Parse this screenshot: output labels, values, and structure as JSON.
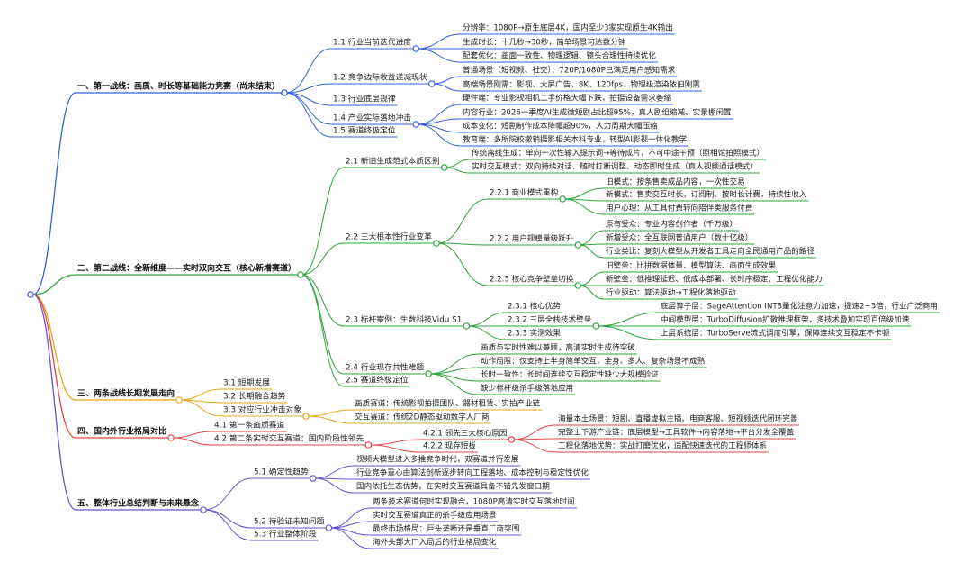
{
  "colors": {
    "root": "#4a5bd4",
    "b1": "#3360e0",
    "b2": "#2ea43c",
    "b3": "#e6a817",
    "b4": "#e24545",
    "b5": "#6a52c8"
  },
  "branch1": {
    "title": "一、第一战线：画质、时长等基础能力竞赛（尚未结束）",
    "n1_1": "1.1 行业当前迭代进度",
    "n1_1_a": "分辨率：1080P→原生底层4K，国内至少3家实现原生4K输出",
    "n1_1_b": "生成时长：十几秒→30秒，简单场景可达数分钟",
    "n1_1_c": "配套优化：画面一致性、物理逻辑、镜头合理性持续优化",
    "n1_2": "1.2 竞争边际收益递减现状",
    "n1_2_a": "普通场景（短视频、社交）：720P/1080P已满足用户感知需求",
    "n1_2_b": "高端场景刚需：影视、大屏广告、8K、120fps、物理级渲染依旧刚需",
    "n1_3": "1.3 行业底层规律",
    "n1_4": "1.4 产业实际落地冲击",
    "n1_4_a": "硬件端：专业影视相机二手价格大幅下跌，拍摄设备需求萎缩",
    "n1_4_b": "内容行业：2026一季度AI生成微短剧占比超95%，真人剧组缩减、实景棚闲置",
    "n1_4_c": "成本变化：短剧制作成本降幅超90%，人力周期大幅压缩",
    "n1_4_d": "教育端：多所院校撤销摄影相关本科专业，转型AI影视一体化教学",
    "n1_5": "1.5 赛道终极定位"
  },
  "branch2": {
    "title": "二、第二战线：全新维度——实时双向交互（核心新增赛道）",
    "n2_1": "2.1 新旧生成范式本质区别",
    "n2_1_a": "传统离线生成：单向一次性输入提示词→等待成片，不可中途干预（照相馆拍照模式）",
    "n2_1_b": "实时交互模式：双向持续对话、随时打断调整、动态即时生成（真人视频通话模式）",
    "n2_2": "2.2 三大根本性行业变革",
    "n2_2_1": "2.2.1 商业模式重构",
    "n2_2_1_a": "旧模式：按条售卖成品内容，一次性交易",
    "n2_2_1_b": "新模式：售卖交互时长，订阅制、按时长计费，持续性收入",
    "n2_2_1_c": "用户心理：从工具付费转向陪伴类服务付费",
    "n2_2_2": "2.2.2 用户规模量级跃升",
    "n2_2_2_a": "原有受众：专业内容创作者（千万级）",
    "n2_2_2_b": "新增受众：全互联网普通用户（数十亿级）",
    "n2_2_2_c": "行业类比：复刻大模型从开发者工具走向全民通用产品的路径",
    "n2_2_3": "2.2.3 核心竞争壁垒切换",
    "n2_2_3_a": "旧壁垒：比拼数据体量、模型算法、画面生成效果",
    "n2_2_3_b": "新壁垒：低推理延迟、低成本部署、长时序稳定、工程优化能力",
    "n2_2_3_c": "行业驱动：算法驱动→工程化落地驱动",
    "n2_3": "2.3 标杆案例：生数科技Vidu S1",
    "n2_3_1": "2.3.1 核心优势",
    "n2_3_2": "2.3.2 三层全栈技术壁垒",
    "n2_3_2_a": "底层算子层：SageAttention INT8量化注意力加速，提速2~3倍，行业广泛商用",
    "n2_3_2_b": "中间模型层：TurboDiffusion扩散推理框架，多技术叠加实现百倍级加速",
    "n2_3_2_c": "上层系统层：TurboServe流式调度引擎，保障连续交互稳定不卡顿",
    "n2_3_3": "2.3.3 实测效果",
    "n2_4": "2.4 行业现存共性难题",
    "n2_4_a": "画质与实时性难以兼顾，高清实时生成待突破",
    "n2_4_b": "动作局限：仅支持上半身简单交互，全身、多人、复杂场景不成熟",
    "n2_4_c": "长时一致性：长时间连续交互稳定性缺少大规模验证",
    "n2_4_d": "缺少标杆级杀手级落地应用",
    "n2_5": "2.5 赛道终极定位"
  },
  "branch3": {
    "title": "三、两条战线长期发展走向",
    "n3_1": "3.1 短期发展",
    "n3_2": "3.2 长期融合趋势",
    "n3_3": "3.3 对应行业冲击对象",
    "n3_3_a": "画质赛道：传统影视拍摄团队、器材租赁、实拍产业链",
    "n3_3_b": "交互赛道：传统2D静态驱动数字人厂商"
  },
  "branch4": {
    "title": "四、国内外行业格局对比",
    "n4_1": "4.1 第一条画质赛道",
    "n4_2": "4.2 第二条实时交互赛道：国内阶段性领先",
    "n4_2_1": "4.2.1 领先三大核心原因",
    "n4_2_1_a": "海量本土场景：短剧、直播虚拟主播、电商客服、短视频迭代闭环完善",
    "n4_2_1_b": "完整上下游产业链：底层模型→工具软件→内容落地→平台分发全覆盖",
    "n4_2_1_c": "工程化落地优势：实战打磨优化，适配快速迭代的工程师体系",
    "n4_2_2": "4.2.2 现存短板"
  },
  "branch5": {
    "title": "五、整体行业总结判断与未来悬念",
    "n5_1": "5.1 确定性趋势",
    "n5_1_a": "视频大模型进入多推竞争时代，双赛道并行发展",
    "n5_1_b": "行业竞争重心由算法创新逐步转向工程落地、成本控制与稳定性优化",
    "n5_1_c": "国内依托生态优势，在实时交互赛道具备不错先发窗口期",
    "n5_2": "5.2 待验证未知问题",
    "n5_2_a": "两条技术赛道何时实现融合，1080P高清实时交互落地时间",
    "n5_2_b": "实时交互赛道真正的杀手级应用场景",
    "n5_2_c": "最终市场格局：巨头垄断还是垂直厂商突围",
    "n5_2_d": "海外头部大厂入局后的行业格局变化",
    "n5_3": "5.3 行业整体阶段"
  }
}
